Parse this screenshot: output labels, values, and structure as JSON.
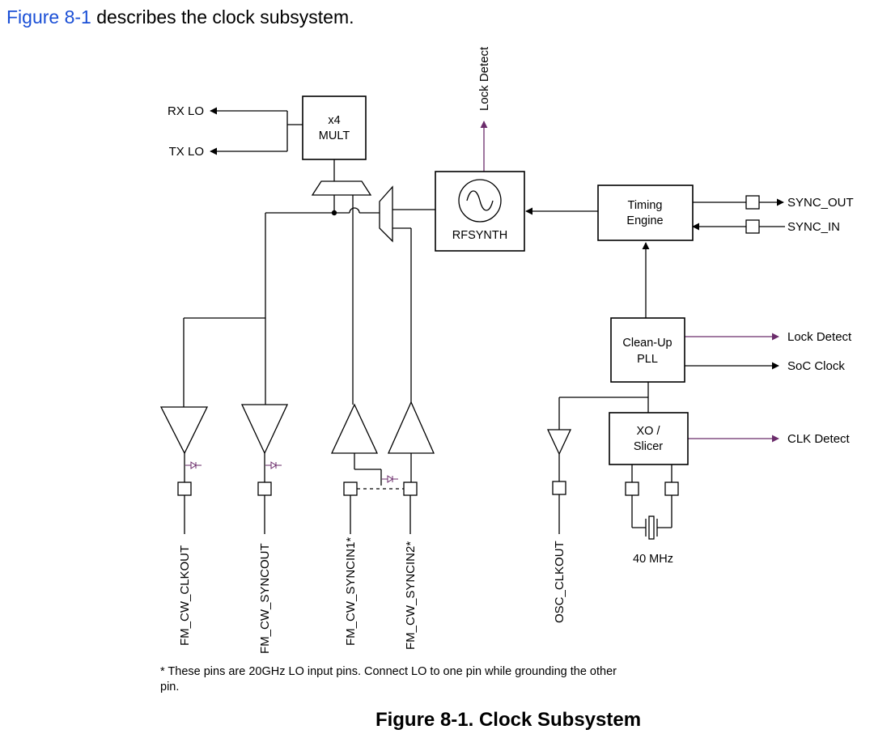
{
  "intro": {
    "link": "Figure 8-1",
    "text": " describes the clock subsystem."
  },
  "diagram": {
    "blocks": {
      "mult_line1": "x4",
      "mult_line2": "MULT",
      "rfsynth": "RFSYNTH",
      "timing_line1": "Timing",
      "timing_line2": "Engine",
      "pll_line1": "Clean-Up",
      "pll_line2": "PLL",
      "xo_line1": "XO /",
      "xo_line2": "Slicer"
    },
    "signals": {
      "rx_lo": "RX LO",
      "tx_lo": "TX LO",
      "lock_detect_top": "Lock Detect",
      "sync_out": "SYNC_OUT",
      "sync_in": "SYNC_IN",
      "lock_detect_right": "Lock Detect",
      "soc_clock": "SoC Clock",
      "clk_detect": "CLK Detect",
      "crystal_freq": "40 MHz"
    },
    "pins": {
      "fm_cw_clkout": "FM_CW_CLKOUT",
      "fm_cw_syncout": "FM_CW_SYNCOUT",
      "fm_cw_syncin1": "FM_CW_SYNCIN1*",
      "fm_cw_syncin2": "FM_CW_SYNCIN2*",
      "osc_clkout": "OSC_CLKOUT"
    },
    "colors": {
      "line": "#000000",
      "status": "#6b2c6b",
      "link": "#1a4fd6"
    }
  },
  "footnote": "* These pins are 20GHz LO input pins. Connect LO to one pin while grounding the other pin.",
  "caption": "Figure 8-1. Clock Subsystem"
}
